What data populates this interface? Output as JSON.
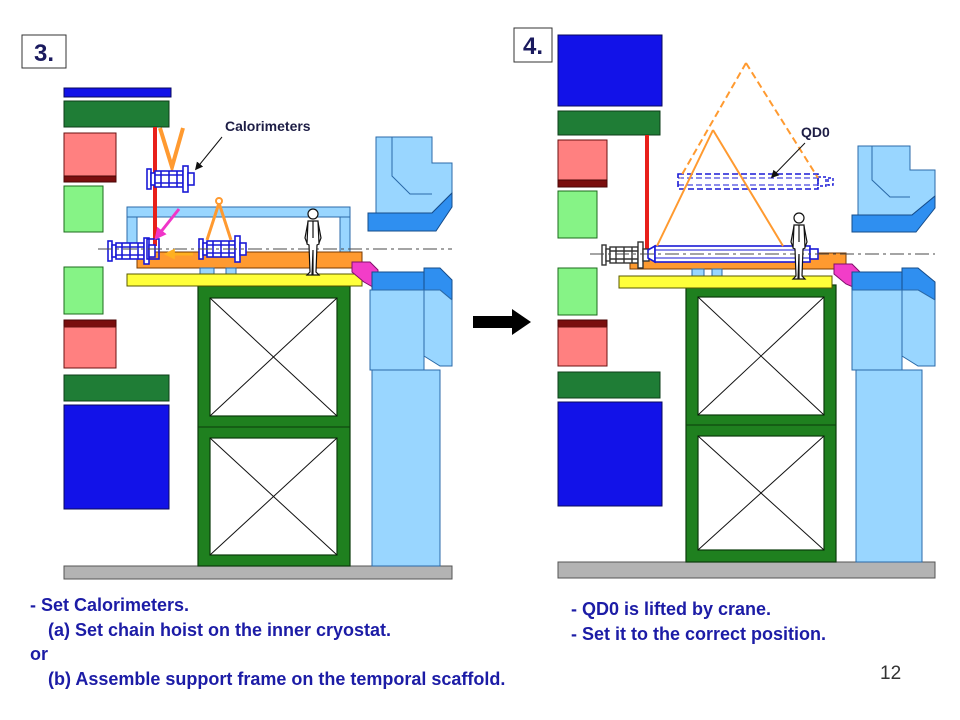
{
  "slide": {
    "page_number": "12",
    "transition_arrow_icon": "right-arrow-icon"
  },
  "panel_3": {
    "step_label": "3.",
    "callout": "Calorimeters",
    "notes": [
      "- Set Calorimeters.",
      "(a) Set chain hoist on the inner cryostat.",
      "or",
      "(b) Assemble support frame on the temporal scaffold."
    ]
  },
  "panel_4": {
    "step_label": "4.",
    "callout": "QD0",
    "notes": [
      "- QD0 is lifted by crane.",
      "- Set it to the correct position."
    ]
  },
  "colors": {
    "note_text": "#1c1ca6",
    "magnet_blue": "#1212e8",
    "chain_hoist_red": "#e8201a",
    "sling_orange": "#ff9a30",
    "scaffold_green": "#1f801f",
    "platform_yellow": "#ffff3a",
    "detector_light_blue": "#99d6ff",
    "move_arrow_magenta": "#f035c8"
  }
}
